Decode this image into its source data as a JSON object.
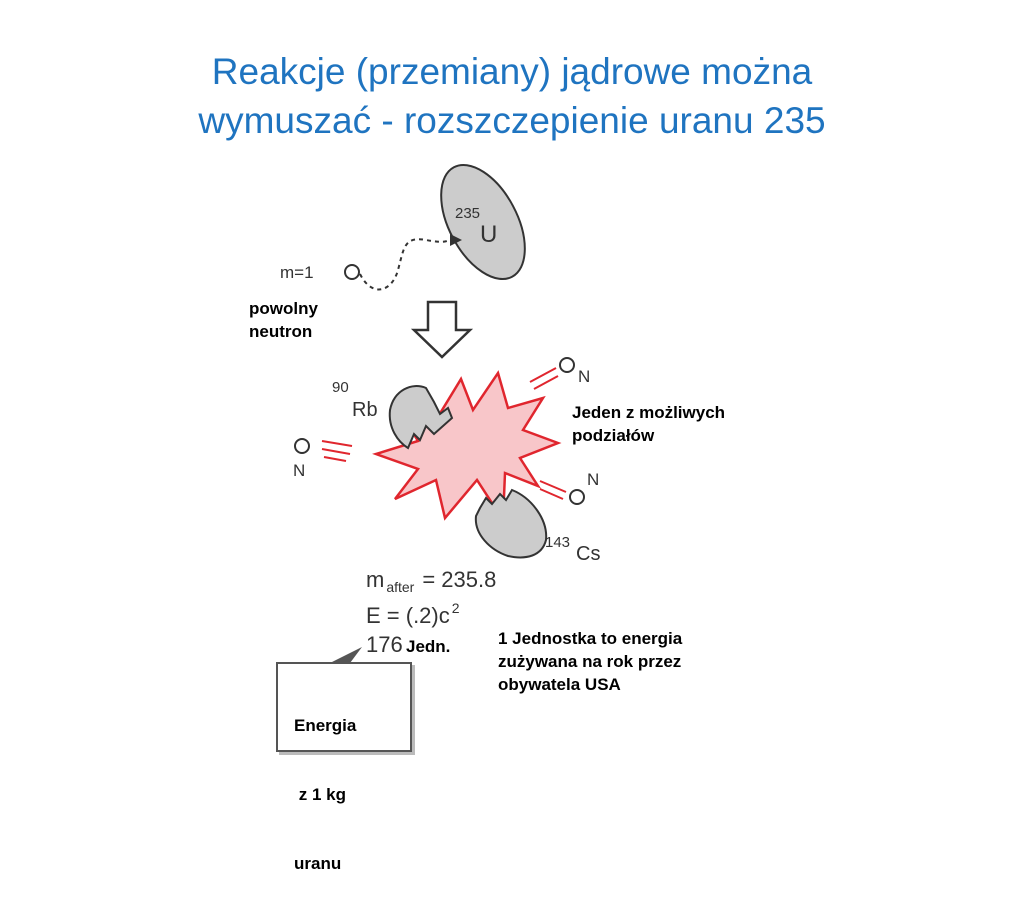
{
  "title": {
    "line1": "Reakcje (przemiany) jądrowe można",
    "line2": "wymuszać - rozszczepienie uranu 235"
  },
  "diagram": {
    "uranium": {
      "mass": "235",
      "symbol": "U"
    },
    "neutron_mass": "m=1",
    "rubidium": {
      "mass": "90",
      "symbol": "Rb"
    },
    "cesium": {
      "mass": "143",
      "symbol": "Cs"
    },
    "neutron_symbol": "N",
    "m_after": {
      "m": "m",
      "sub": "after",
      "value": "= 235.8"
    },
    "energy_eq": {
      "base": "E = (.2)c",
      "exp": "2"
    },
    "energy_value": "176"
  },
  "notes": {
    "slow_neutron": [
      "powolny",
      "neutron"
    ],
    "one_division": [
      "Jeden z możliwych",
      "podziałów"
    ],
    "jedn": "Jedn.",
    "unit_definition": [
      "1 Jednostka to energia",
      "zużywana na rok przez",
      "obywatela USA"
    ],
    "energy_box": [
      "Energia",
      " z 1 kg",
      "uranu"
    ]
  },
  "colors": {
    "title": "#1f74c0",
    "nucleus_fill": "#cccccc",
    "explosion_fill": "#f8c6c9",
    "explosion_stroke": "#e0262e",
    "motion_lines": "#e0262e"
  }
}
